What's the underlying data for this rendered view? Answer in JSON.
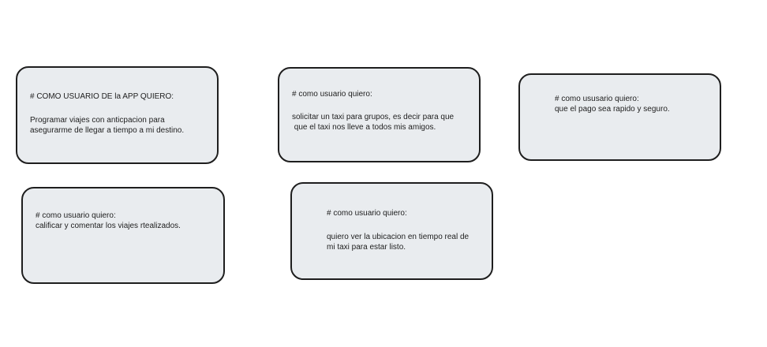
{
  "style": {
    "card_fill": "#e9ecef",
    "card_stroke": "#1e1e1e",
    "text_color": "#1e1e1e"
  },
  "cards": [
    {
      "heading": "# COMO USUARIO DE la APP QUIERO:",
      "body": "Programar viajes con anticpacion para\nasegurarme de llegar a tiempo a mi destino."
    },
    {
      "heading": "# como usuario quiero:",
      "body": "solicitar un taxi para grupos, es decir para que\n que el taxi nos lleve a todos mis amigos."
    },
    {
      "heading": "# como ususario quiero:",
      "body": "que el pago sea rapido y seguro."
    },
    {
      "heading": "# como usuario quiero:",
      "body": "calificar y comentar los viajes rtealizados."
    },
    {
      "heading": "# como usuario quiero:",
      "body": "quiero ver la ubicacion en tiempo real de\nmi taxi para estar listo."
    }
  ]
}
